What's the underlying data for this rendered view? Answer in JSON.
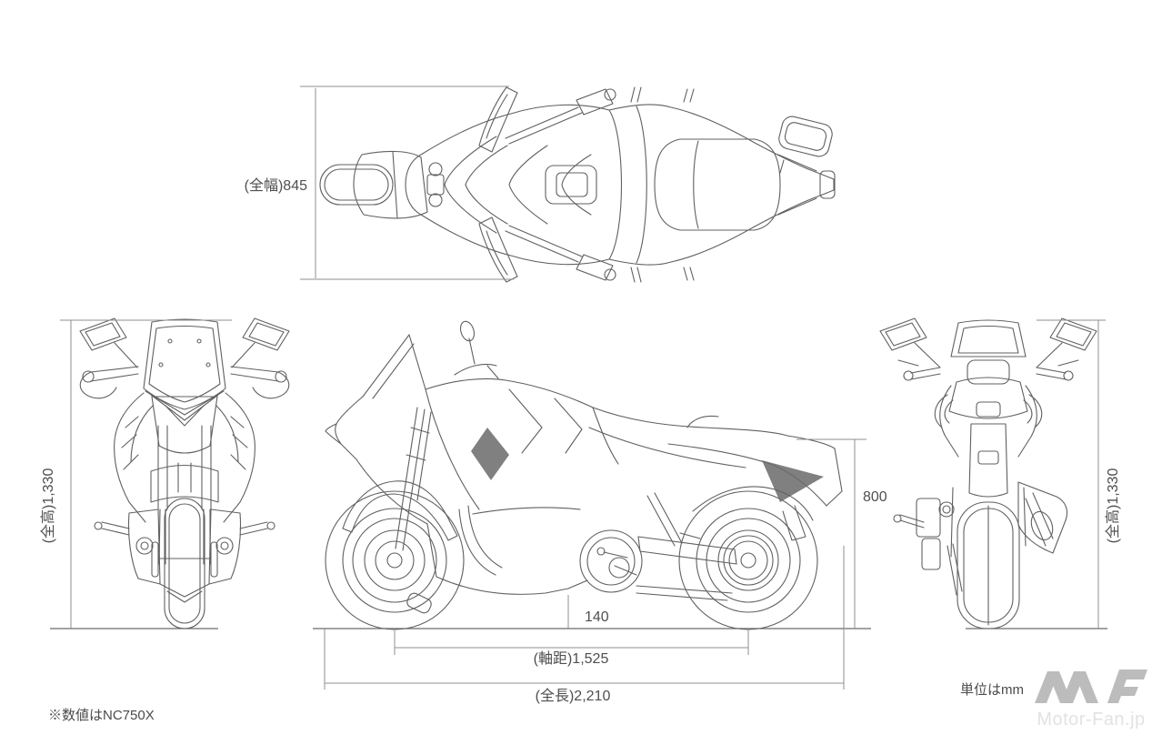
{
  "colors": {
    "background": "#ffffff",
    "drawing_line": "#606060",
    "dimension_line": "#8f8f8f",
    "label_text": "#4f4f4f",
    "watermark_logo": "#bcbcbc",
    "watermark_text": "#e2e2e2"
  },
  "dimensions": {
    "overall_width": "(全幅)845",
    "overall_height_left": "(全高)1,330",
    "overall_height_right": "(全高)1,330",
    "seat_height": "800",
    "ground_clearance": "140",
    "wheelbase": "(軸距)1,525",
    "overall_length": "(全長)2,210"
  },
  "notes": {
    "unit": "単位はmm",
    "model": "※数値はNC750X"
  },
  "watermark": {
    "logo": "MF",
    "site": "Motor-Fan.jp"
  }
}
